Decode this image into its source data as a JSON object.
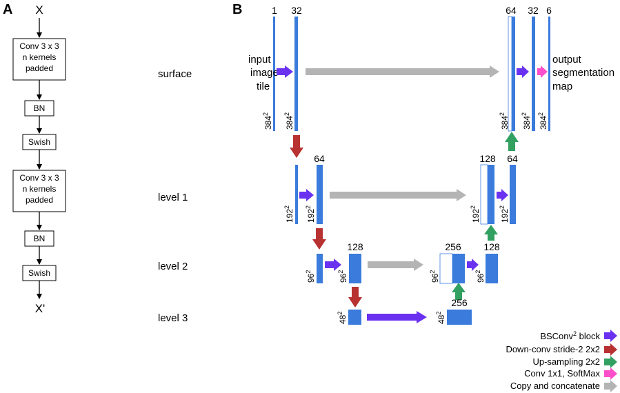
{
  "panel_a": {
    "label": "A",
    "input": "X",
    "output": "X'",
    "blocks": [
      {
        "lines": [
          "Conv 3 x 3",
          "n kernels",
          "padded"
        ]
      },
      {
        "lines": [
          "BN"
        ]
      },
      {
        "lines": [
          "Swish"
        ]
      },
      {
        "lines": [
          "Conv 3 x 3",
          "n kernels",
          "padded"
        ]
      },
      {
        "lines": [
          "BN"
        ]
      },
      {
        "lines": [
          "Swish"
        ]
      }
    ]
  },
  "panel_b": {
    "label": "B",
    "levels": {
      "surface": "surface",
      "level1": "level 1",
      "level2": "level 2",
      "level3": "level 3"
    },
    "input_text": [
      "input",
      "image",
      "tile"
    ],
    "output_text": [
      "output",
      "segmentation",
      "map"
    ],
    "channels": {
      "c1": "1",
      "c32a": "32",
      "c64s": "64",
      "c32b": "32",
      "c6": "6",
      "c64a": "64",
      "c128u1": "128",
      "c64b": "64",
      "c128a": "128",
      "c256u": "256",
      "c128b": "128",
      "c256": "256"
    },
    "sizes": {
      "s384": "384",
      "s192": "192",
      "s96": "96",
      "s48": "48",
      "sup": "2"
    }
  },
  "legend": {
    "bsconv_main": "BSConv",
    "bsconv_sup": "2",
    "bsconv_tail": " block",
    "down": "Down-conv stride-2 2x2",
    "up": "Up-sampling 2x2",
    "conv11": "Conv 1x1, SoftMax",
    "copy": "Copy and concatenate"
  },
  "colors": {
    "blue": "#3a7bdc",
    "purple": "#6a32f0",
    "red": "#b83232",
    "green": "#32a060",
    "pink": "#ff4fcb",
    "gray": "#b4b4b4"
  }
}
